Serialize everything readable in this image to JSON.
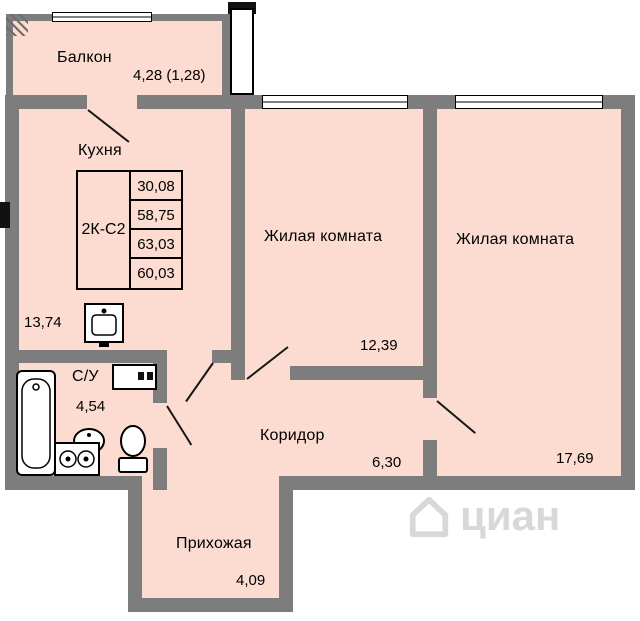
{
  "plan": {
    "watermark": "циан",
    "spec_table": {
      "unit": "2К-С2",
      "values": [
        "30,08",
        "58,75",
        "63,03",
        "60,03"
      ]
    },
    "rooms": [
      {
        "id": "balcony",
        "name": "Балкон",
        "area": "4,28 (1,28)"
      },
      {
        "id": "kitchen",
        "name": "Кухня",
        "area": "13,74"
      },
      {
        "id": "living-room-1",
        "name": "Жилая комната",
        "area": "12,39"
      },
      {
        "id": "living-room-2",
        "name": "Жилая комната",
        "area": "17,69"
      },
      {
        "id": "bathroom",
        "name": "С/У",
        "area": "4,54"
      },
      {
        "id": "corridor",
        "name": "Коридор",
        "area": "6,30"
      },
      {
        "id": "hallway",
        "name": "Прихожая",
        "area": "4,09"
      }
    ],
    "colors": {
      "room_fill": "#fcdcd1",
      "wall": "#7d7d7d",
      "watermark": "#d4d4d4"
    }
  }
}
